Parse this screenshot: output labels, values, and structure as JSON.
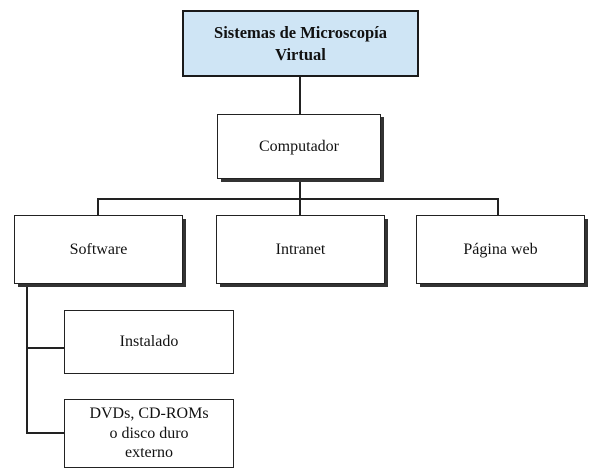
{
  "diagram": {
    "root": {
      "label_line1": "Sistemas de Microscopía",
      "label_line2": "Virtual"
    },
    "computer": {
      "label": "Computador"
    },
    "software": {
      "label": "Software"
    },
    "intranet": {
      "label": "Intranet"
    },
    "web": {
      "label": "Página web"
    },
    "installed": {
      "label": "Instalado"
    },
    "media": {
      "label_line1": "DVDs, CD-ROMs",
      "label_line2": "o disco duro",
      "label_line3": "externo"
    }
  }
}
